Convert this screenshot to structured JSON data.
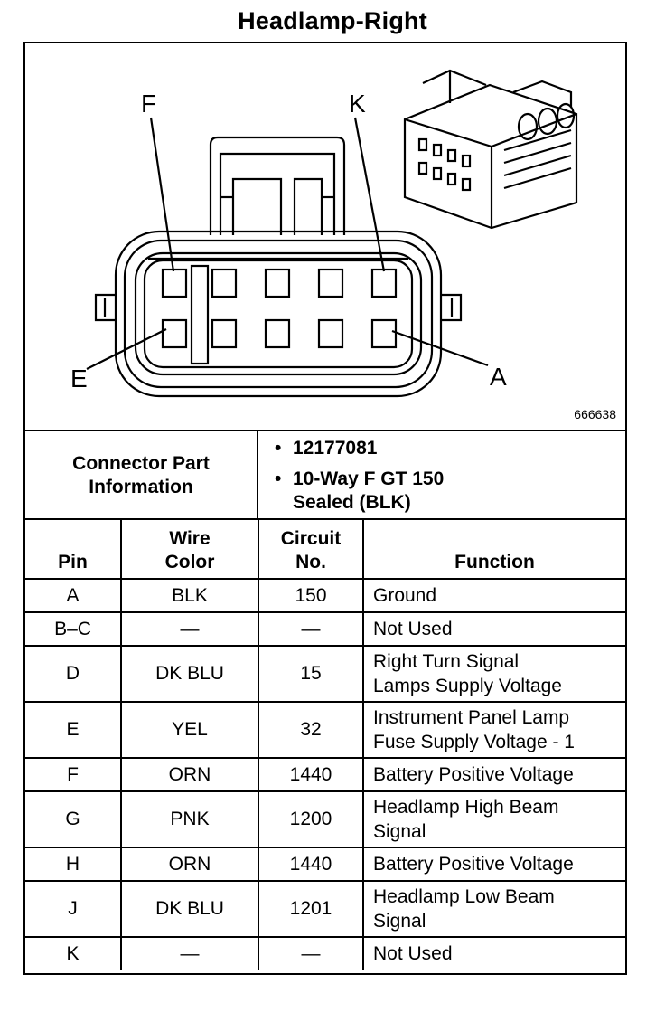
{
  "title": "Headlamp-Right",
  "diagram": {
    "labels": {
      "f": "F",
      "k": "K",
      "e": "E",
      "a": "A"
    },
    "figure_number": "666638"
  },
  "connector_info": {
    "label_line1": "Connector Part",
    "label_line2": "Information",
    "part_number": "12177081",
    "description_line1": "10-Way F GT 150",
    "description_line2": "Sealed (BLK)"
  },
  "table": {
    "headers": {
      "pin": "Pin",
      "wire_line1": "Wire",
      "wire_line2": "Color",
      "circuit_line1": "Circuit",
      "circuit_line2": "No.",
      "function": "Function"
    },
    "rows": [
      {
        "pin": "A",
        "color": "BLK",
        "circuit": "150",
        "f1": "Ground",
        "f2": ""
      },
      {
        "pin": "B–C",
        "color": "—",
        "circuit": "—",
        "f1": "Not Used",
        "f2": ""
      },
      {
        "pin": "D",
        "color": "DK BLU",
        "circuit": "15",
        "f1": "Right Turn Signal",
        "f2": "Lamps Supply Voltage"
      },
      {
        "pin": "E",
        "color": "YEL",
        "circuit": "32",
        "f1": "Instrument Panel Lamp",
        "f2": "Fuse Supply Voltage - 1"
      },
      {
        "pin": "F",
        "color": "ORN",
        "circuit": "1440",
        "f1": "Battery Positive Voltage",
        "f2": ""
      },
      {
        "pin": "G",
        "color": "PNK",
        "circuit": "1200",
        "f1": "Headlamp High Beam",
        "f2": "Signal"
      },
      {
        "pin": "H",
        "color": "ORN",
        "circuit": "1440",
        "f1": "Battery Positive Voltage",
        "f2": ""
      },
      {
        "pin": "J",
        "color": "DK BLU",
        "circuit": "1201",
        "f1": "Headlamp Low Beam",
        "f2": "Signal"
      },
      {
        "pin": "K",
        "color": "—",
        "circuit": "—",
        "f1": "Not Used",
        "f2": ""
      }
    ]
  }
}
